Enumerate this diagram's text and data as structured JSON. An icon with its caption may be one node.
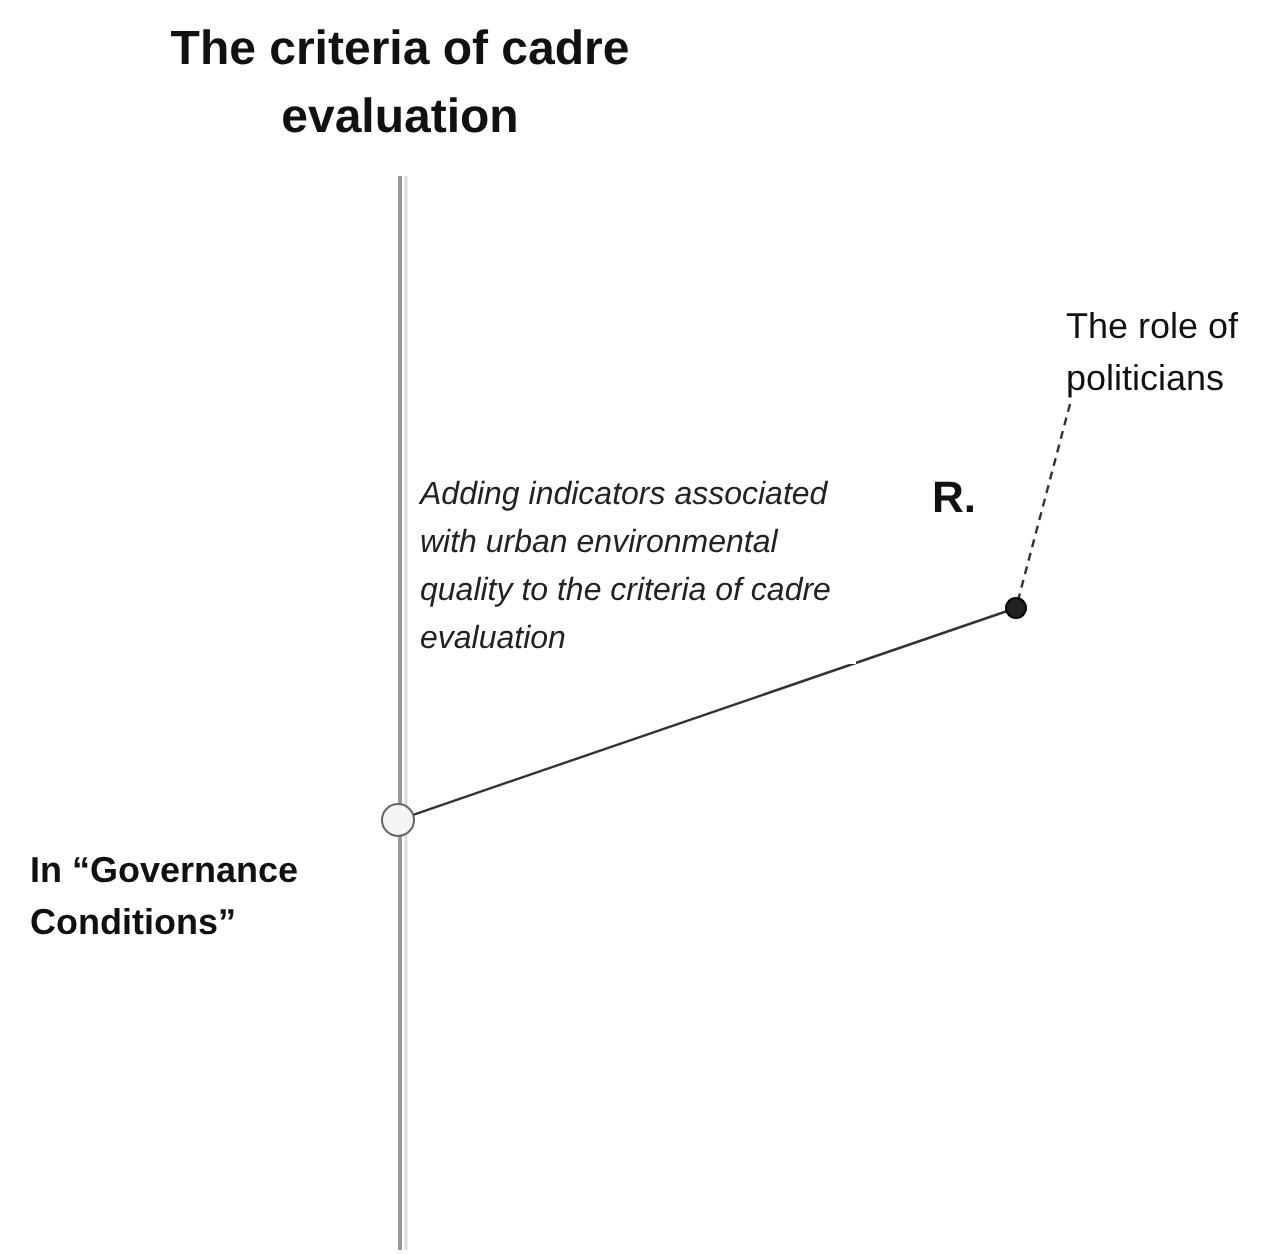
{
  "diagram": {
    "title": "The criteria of cadre evaluation",
    "nodes": [
      {
        "text": [],
        "shape": "circle",
        "beside": [
          "In “Governance Conditions”"
        ]
      },
      {
        "text": [],
        "shape": "circle",
        "beside": [
          "R."
        ]
      },
      {
        "text": [
          "The role of politicians"
        ]
      }
    ],
    "edges": [
      {
        "from": 0,
        "to": 1,
        "arrow": "none",
        "label": "Adding indicators associated with urban environmental quality to the criteria of cadre evaluation"
      },
      {
        "from": 2,
        "to": 1,
        "arrow": "none",
        "style": "dashed"
      }
    ]
  }
}
